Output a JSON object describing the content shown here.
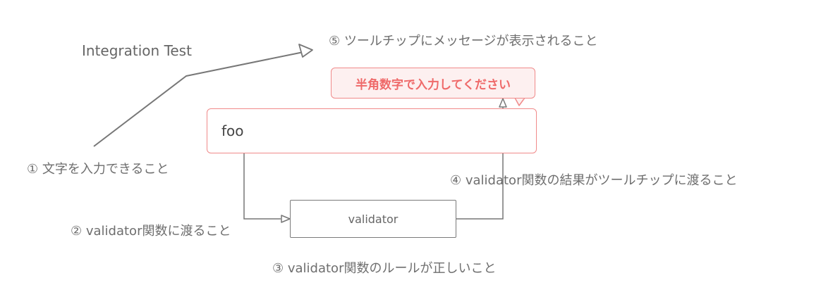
{
  "diagram": {
    "title": "Integration Test",
    "steps": [
      "① 文字を入力できること",
      "② validator関数に渡ること",
      "③ validator関数のルールが正しいこと",
      "④ validator関数の結果がツールチップに渡ること",
      "⑤ ツールチップにメッセージが表示されること"
    ],
    "tooltip_message": "半角数字で入力してください",
    "input_value": "foo",
    "validator_label": "validator",
    "colors": {
      "error_border": "#f08a8a",
      "error_text": "#ef6a6a",
      "tooltip_background": "#fdf0f0",
      "connector": "#777777",
      "text": "#6e6e6e"
    }
  }
}
